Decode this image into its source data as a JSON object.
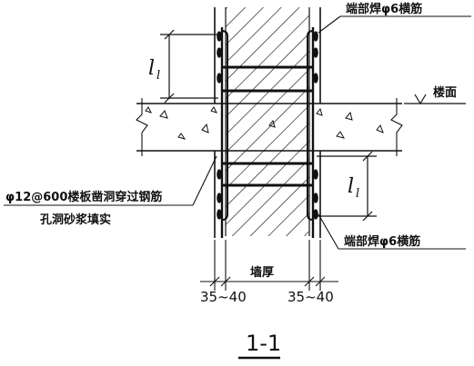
{
  "labels": {
    "top_callout": "端部焊φ6横筋",
    "bottom_callout": "端部焊φ6横筋",
    "floor": "楼面",
    "rebar_note_line1": "φ12@600楼板凿洞穿过钢筋",
    "rebar_note_line2": "孔洞砂浆填实",
    "lap_length_top": "l",
    "lap_length_top_sub": "l",
    "lap_length_bottom": "l",
    "lap_length_bottom_sub": "l",
    "wall_thickness": "墙厚",
    "cover_left": "35~40",
    "cover_right": "35~40",
    "section_title": "1-1"
  },
  "colors": {
    "ink": "#111111",
    "background": "#ffffff"
  }
}
